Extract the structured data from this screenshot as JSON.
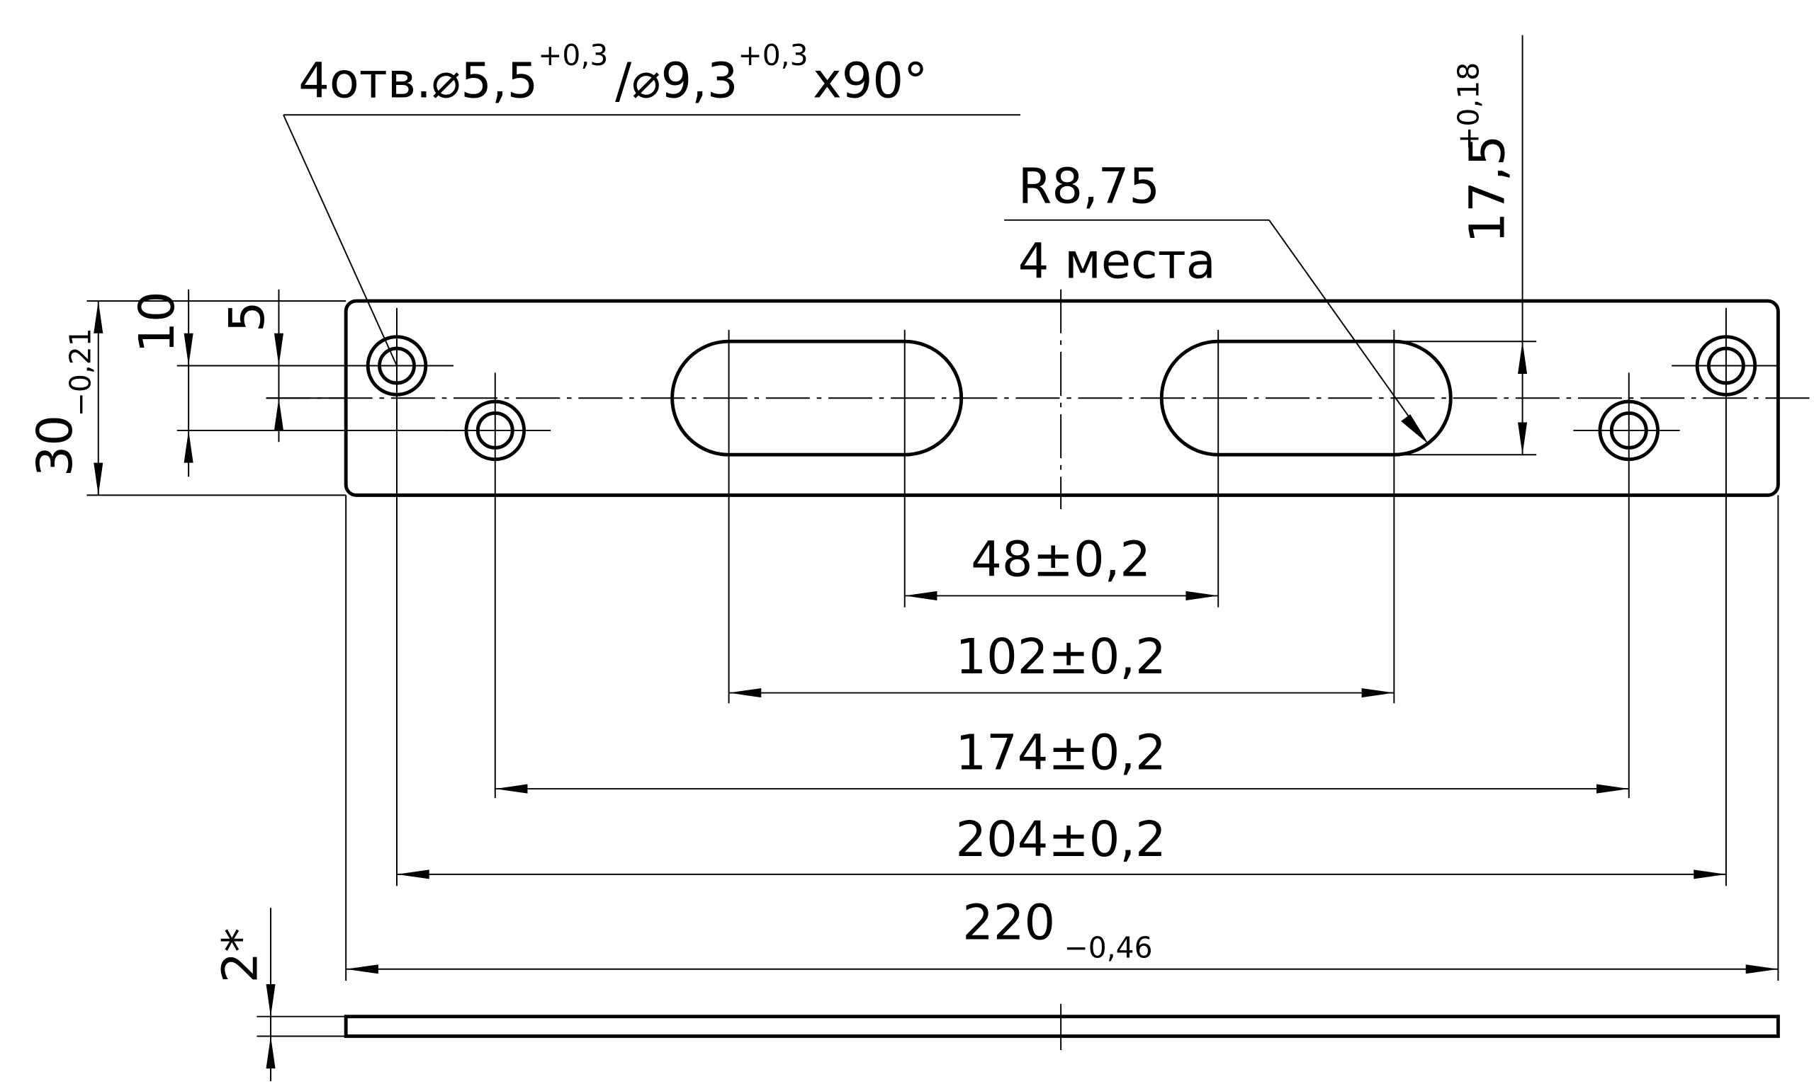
{
  "callouts": {
    "holes": {
      "prefix": "4отв.⌀5,5",
      "tol1": "+0,3",
      "mid": "/⌀9,3",
      "tol2": "+0,3",
      "suffix": "x90°"
    },
    "radius": {
      "value": "R8,75",
      "count": "4 места"
    }
  },
  "dimensions": {
    "d48": "48±0,2",
    "d102": "102±0,2",
    "d174": "174±0,2",
    "d204": "204±0,2",
    "d220": {
      "nominal": "220",
      "tol": "−0,46"
    },
    "d30": {
      "nominal": "30",
      "tol": "−0,21"
    },
    "d10": "10",
    "d5": "5",
    "d17_5": {
      "nominal": "17,5",
      "tol": "+0,18"
    },
    "thickness": "2*"
  },
  "colors": {
    "ink": "#000000",
    "paper": "#ffffff"
  }
}
